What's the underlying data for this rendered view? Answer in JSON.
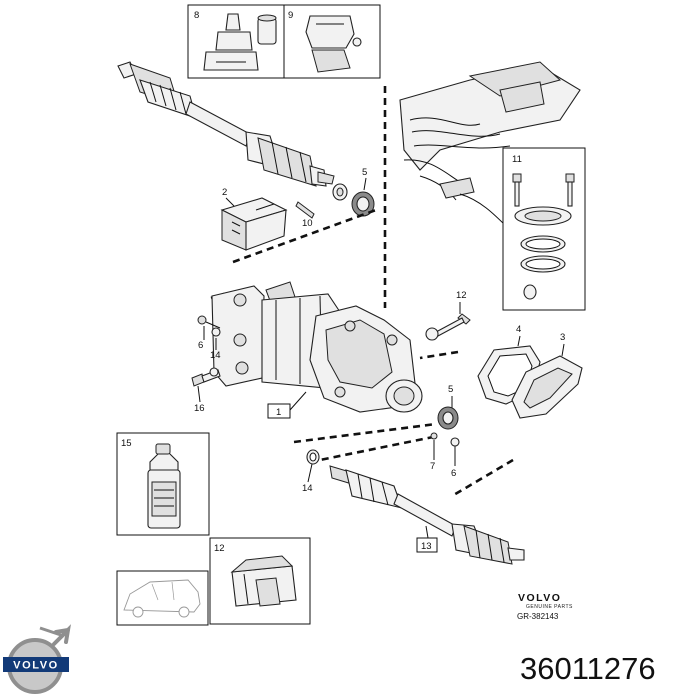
{
  "callouts": {
    "c1": "1",
    "c2": "2",
    "c3": "3",
    "c4": "4",
    "c5a": "5",
    "c5b": "5",
    "c6a": "6",
    "c6b": "6",
    "c7": "7",
    "c8": "8",
    "c9": "9",
    "c10": "10",
    "c11": "11",
    "c12a": "12",
    "c12b": "12",
    "c13": "13",
    "c14a": "14",
    "c14b": "14",
    "c15": "15",
    "c16": "16"
  },
  "brand": {
    "name": "VOLVO",
    "genuine": "GENUINE PARTS",
    "ref": "GR-382143",
    "logo_text": "VOLVO"
  },
  "article_number": "36011276"
}
